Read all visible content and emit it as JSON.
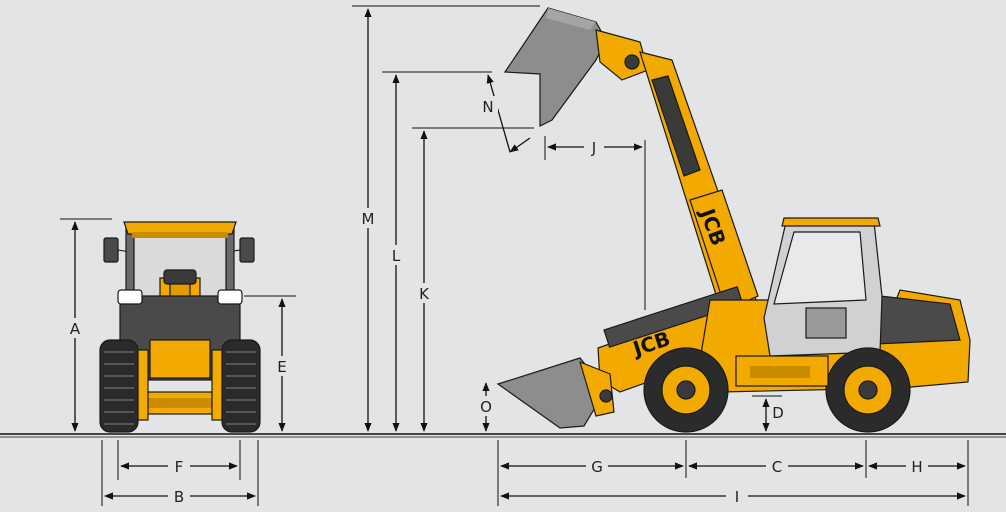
{
  "diagram": {
    "dimension_labels": {
      "A": "A",
      "B": "B",
      "C": "C",
      "D": "D",
      "E": "E",
      "F": "F",
      "G": "G",
      "H": "H",
      "I": "I",
      "J": "J",
      "K": "K",
      "L": "L",
      "M": "M",
      "N": "N",
      "O": "O"
    },
    "logo_text": "JCB",
    "colors": {
      "background": "#e3e4e5",
      "machine_yellow": "#f2a900",
      "machine_dark": "#3a3a3a",
      "bucket_grey": "#8d8d8d",
      "tyre": "#2b2b2b",
      "line": "#111111"
    }
  }
}
